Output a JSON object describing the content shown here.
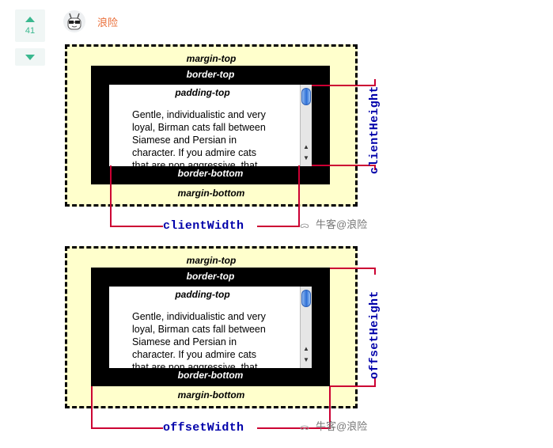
{
  "vote": {
    "count": "41"
  },
  "author": {
    "name": "浪险"
  },
  "diagrams": [
    {
      "margin_top": "margin-top",
      "border_top": "border-top",
      "padding_top": "padding-top",
      "content": "Gentle, individualistic and very loyal, Birman cats fall between Siamese and Persian in character. If you admire cats that are non aggressive, that",
      "border_bottom": "border-bottom",
      "margin_bottom": "margin-bottom",
      "width_label": "clientWidth",
      "height_label": "clientHeight",
      "watermark": "牛客@浪险"
    },
    {
      "margin_top": "margin-top",
      "border_top": "border-top",
      "padding_top": "padding-top",
      "content": "Gentle, individualistic and very loyal, Birman cats fall between Siamese and Persian in character. If you admire cats that are non aggressive, that",
      "border_bottom": "border-bottom",
      "margin_bottom": "margin-bottom",
      "width_label": "offsetWidth",
      "height_label": "offsetHeight",
      "watermark": "牛客@浪险"
    }
  ],
  "colors": {
    "accent_green": "#3ab88f",
    "author_orange": "#ea6f3a",
    "margin_fill": "#ffffcc",
    "measure_line": "#cc0033",
    "measure_text": "#0000aa"
  }
}
